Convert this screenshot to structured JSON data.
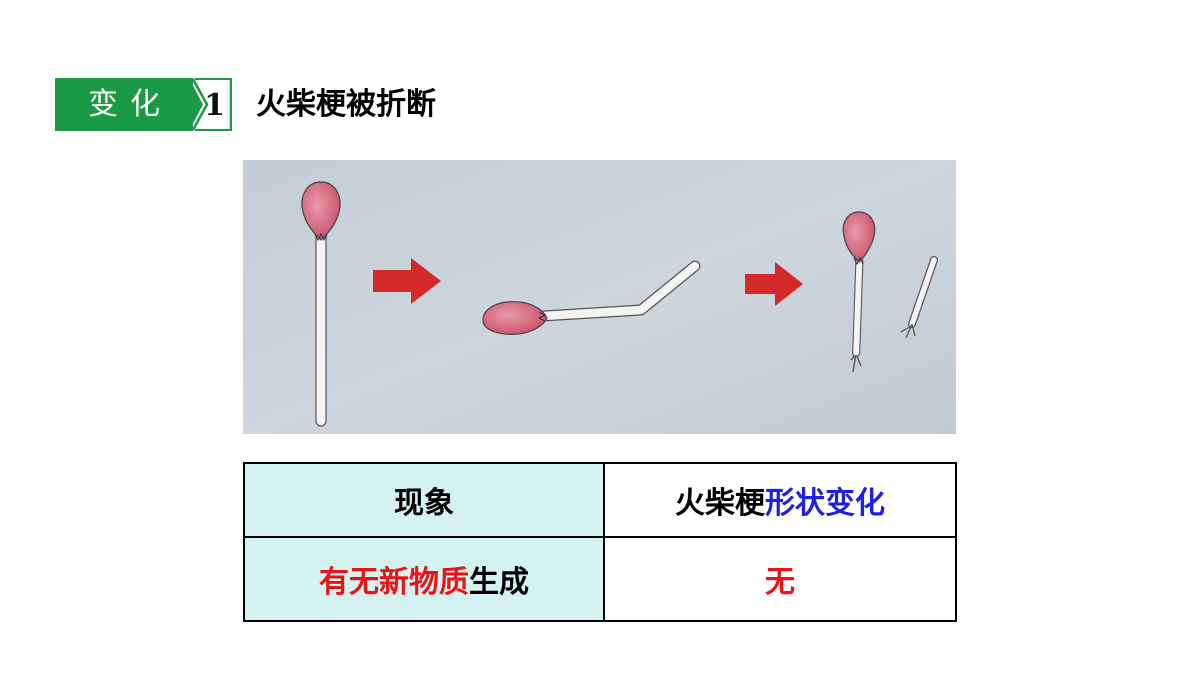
{
  "header": {
    "tag_label": "变化",
    "tag_number": "1",
    "title": "火柴梗被折断"
  },
  "table": {
    "row1": {
      "label": "现象",
      "value_part1": "火柴梗",
      "value_part2": "形状变化"
    },
    "row2": {
      "label_part1": "有无新物质",
      "label_part2": "生成",
      "value": "无"
    }
  },
  "colors": {
    "tag_green": "#1a9a45",
    "cell_bg": "#d4f2ef",
    "highlight_red": "#e8141b",
    "highlight_blue": "#1e1ee6",
    "arrow_red": "#d42a2a",
    "match_head": "#d9607a"
  }
}
